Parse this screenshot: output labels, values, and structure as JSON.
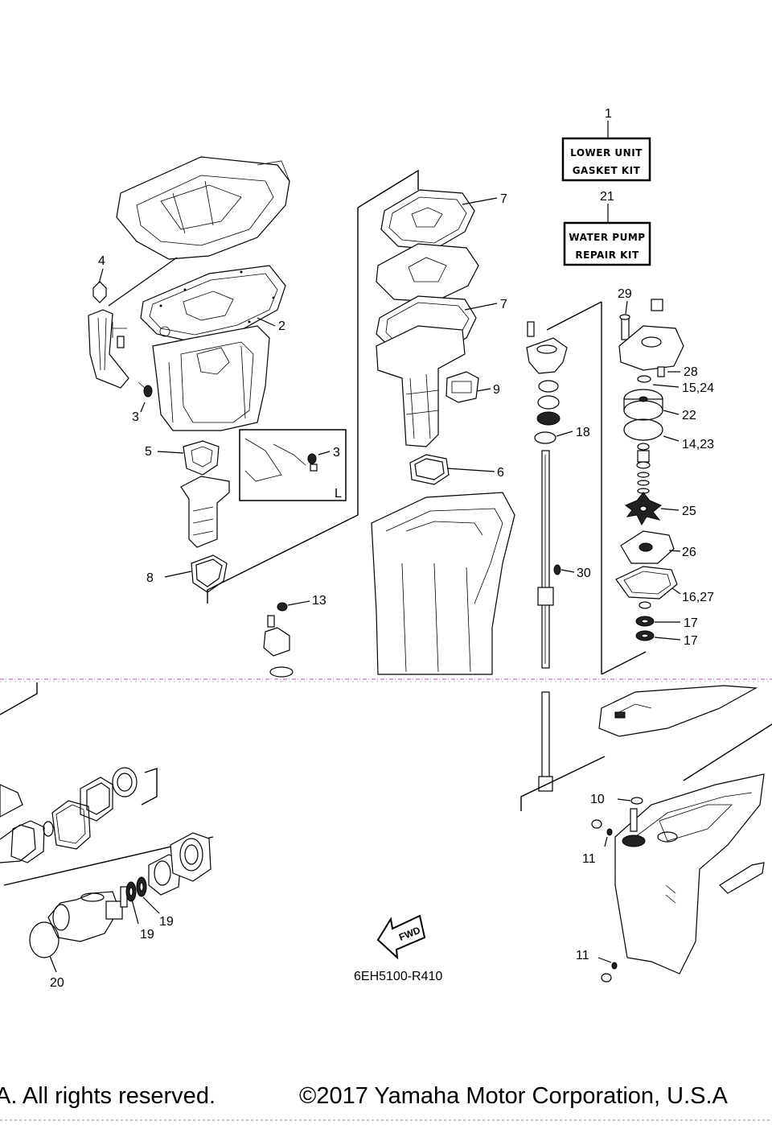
{
  "diagram_code": "6EH5100-R410",
  "fwd_label": "FWD",
  "inset_label": "L",
  "kits": [
    {
      "ref": "1",
      "line1": "LOWER UNIT",
      "line2": "GASKET KIT"
    },
    {
      "ref": "21",
      "line1": "WATER PUMP",
      "line2": "REPAIR KIT"
    }
  ],
  "callouts": {
    "c2": "2",
    "c3a": "3",
    "c3b": "3",
    "c4": "4",
    "c5": "5",
    "c6": "6",
    "c7a": "7",
    "c7b": "7",
    "c8": "8",
    "c9": "9",
    "c10": "10",
    "c11a": "11",
    "c11b": "11",
    "c13": "13",
    "c14_23": "14,23",
    "c15_24": "15,24",
    "c16_27": "16,27",
    "c17a": "17",
    "c17b": "17",
    "c18": "18",
    "c19a": "19",
    "c19b": "19",
    "c20": "20",
    "c22": "22",
    "c25": "25",
    "c26": "26",
    "c28": "28",
    "c29": "29",
    "c30": "30"
  },
  "footer": {
    "left": "A. All rights reserved.",
    "right": "©2017 Yamaha Motor Corporation, U.S.A"
  },
  "colors": {
    "ink": "#000000",
    "paper": "#ffffff",
    "scan_artifact": "#cc88cc"
  }
}
